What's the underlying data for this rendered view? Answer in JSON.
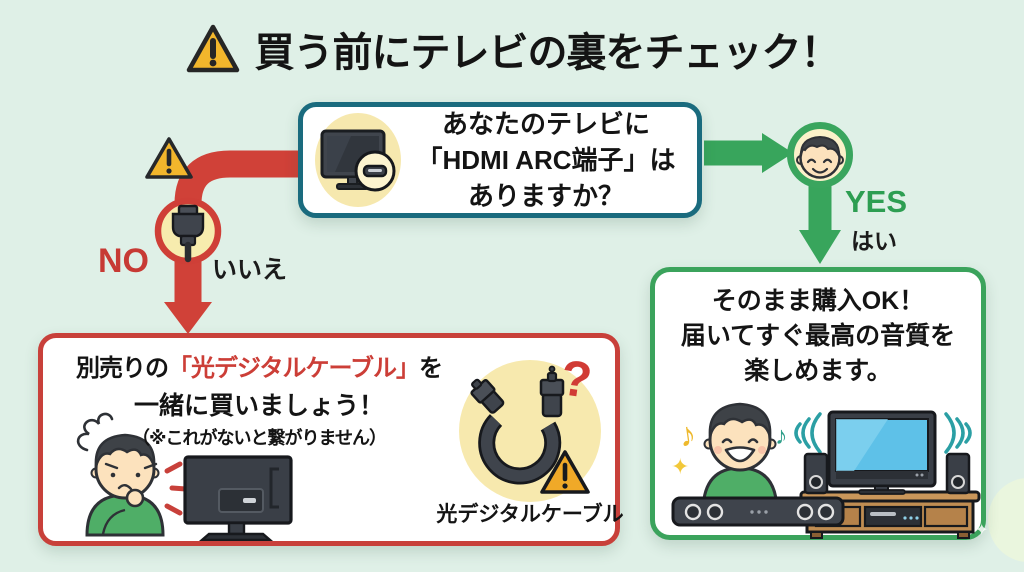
{
  "title": {
    "icon": "warning-triangle",
    "text": "買う前にテレビの裏をチェック！"
  },
  "question_box": {
    "icon": "tv-with-hdmi-port-magnifier",
    "lines": [
      "あなたのテレビに",
      "「HDMI ARC端子」は",
      "ありますか？"
    ]
  },
  "branches": {
    "no": {
      "label": "NO",
      "sublabel": "いいえ",
      "icon": "hdmi-plug",
      "extra_icon": "warning-triangle"
    },
    "yes": {
      "label": "YES",
      "sublabel": "はい",
      "icon": "happy-face"
    }
  },
  "no_box": {
    "line1_prefix": "別売りの",
    "line1_highlight": "「光デジタルケーブル」",
    "line1_suffix": "を",
    "line2": "一緒に買いましょう！",
    "note": "（※これがないと繋がりません）",
    "question_mark": "?",
    "cable_label": "光デジタルケーブル",
    "icons": [
      "worried-person",
      "tv-back-view",
      "optical-cable",
      "warning-triangle"
    ]
  },
  "yes_box": {
    "lines": [
      "そのまま購入OK！",
      "届いてすぐ最高の音質を",
      "楽しめます。"
    ],
    "decorations": {
      "note_left": "♪",
      "note_right": "♪",
      "sparkle": "✦"
    },
    "icons": [
      "happy-person",
      "soundbar",
      "tv-on-cabinet",
      "speakers",
      "sound-waves"
    ]
  },
  "colors": {
    "background": "#dff0e7",
    "question_border_teal": "#1a6b7e",
    "no_red": "#cc3e37",
    "yes_green": "#38a55c",
    "yes_label_green": "#2d9e52",
    "warning_yellow": "#f2b62c",
    "pale_yellow_circle": "#f7ecae",
    "tv_screen_blue": "#5ec1e8",
    "wood_brown": "#c08d52"
  }
}
